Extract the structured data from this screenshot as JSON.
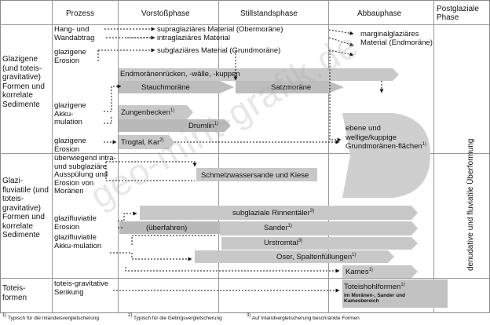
{
  "header": {
    "col_prozess": "Prozess",
    "col_vorstoss": "Vorstoßphase",
    "col_stillstand": "Stillstandsphase",
    "col_abbau": "Abbauphase",
    "col_postglazial": "Postglaziale Phase"
  },
  "sections": {
    "glazigene": "Glazigene (und toteis-gravitative) Formen und korrelate Sedimente",
    "glazifluviatile": "Glazi-fluviatile (und toteis-gravitative) Formen und korrelate Sedimente",
    "toteis": "Toteis-formen"
  },
  "processes": {
    "hang": "Hang- und Wandabtrag",
    "glazigene_erosion_1": "glazigene Erosion",
    "glazigene_akkumulation": "glazigene Akku-mulation",
    "glazigene_erosion_2": "glazigene Erosion",
    "intra_subglazial": "überwiegend intra- und subglaziäre Ausspülung und Erosion von Moränen",
    "glazifluv_erosion": "glazifluviatile Erosion",
    "glazifluv_akkumulation": "glazifluviatile Akku-mulation",
    "toteis_senkung": "toteis-gravitative Senkung"
  },
  "materials": {
    "supra": "supraglaziäres Material (Obermoräne)",
    "intra": "intraglaziäres Material",
    "sub": "subglaziäres Material (Grundmoräne)",
    "marginal": "marginalglaziäres Material (Endmoräne)"
  },
  "forms": {
    "endmoraene": "Endmoränenrücken, -wälle, -kuppen",
    "stauch": "Stauchmoräne",
    "satz": "Satzmoräne",
    "zungen": "Zungenbecken",
    "zungen_fn": "1)",
    "drumlin": "Drumlin",
    "drumlin_fn": "1)",
    "trogtal": "Trogtal, Kar",
    "trogtal_fn": "2)",
    "ebene": "ebene und wellige/kuppige Grundmoränen-flächen",
    "ebene_fn": "1)",
    "schmelz": "Schmelzwassersande und Kiese",
    "rinnen": "subglaziale Rinnentäler",
    "rinnen_fn": "3)",
    "ueberfahren": "(überfahren)",
    "sander": "Sander",
    "sander_fn": "1)",
    "urstrom": "Urstromtal",
    "urstrom_fn": "3)",
    "oser": "Oser, Spaltenfüllungen",
    "oser_fn": "1)",
    "kames": "Kames",
    "kames_fn": "1)",
    "toteishohl": "Toteishohlformen",
    "toteishohl_fn": "1)",
    "toteishohl_sub": "im Moränen-, Sander und Kamesbereich"
  },
  "postglacial_label": "denudative und fluviatile Überformung",
  "footnotes": {
    "f1_mark": "1)",
    "f1": "Typisch für die Inlandeisvergletscherung",
    "f2_mark": "2)",
    "f2": "Typisch für die Gebirgsvergletscherung",
    "f3_mark": "3)",
    "f3": "Auf Inlandvergletscherung beschränkte Formen"
  },
  "watermark": "geo-mint-grafik.de",
  "colors": {
    "bar": "#c8c8c8",
    "bar_dark": "#b4b4b4",
    "grid": "#999999",
    "text": "#111111"
  }
}
